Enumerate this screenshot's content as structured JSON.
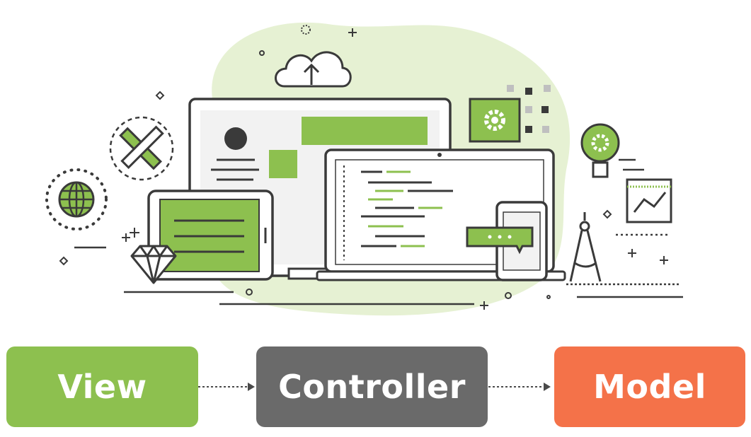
{
  "flow": {
    "boxes": [
      {
        "id": "view",
        "label": "View",
        "color": "#8dc04f"
      },
      {
        "id": "controller",
        "label": "Controller",
        "color": "#6a6a6a"
      },
      {
        "id": "model",
        "label": "Model",
        "color": "#f47249"
      }
    ]
  },
  "palette": {
    "accent_green": "#8dc04f",
    "blob_green": "#e6f1d3",
    "outline_gray": "#3a3a3a",
    "light_gray": "#bfbfbf"
  },
  "illustration_icons": [
    "cloud-upload-icon",
    "desktop-monitor-icon",
    "laptop-icon",
    "tablet-icon",
    "smartphone-icon",
    "chat-bubble-icon",
    "gear-icon",
    "lightbulb-icon",
    "line-chart-icon",
    "drafting-compass-icon",
    "globe-icon",
    "ruler-pencil-icon",
    "diamond-icon"
  ]
}
